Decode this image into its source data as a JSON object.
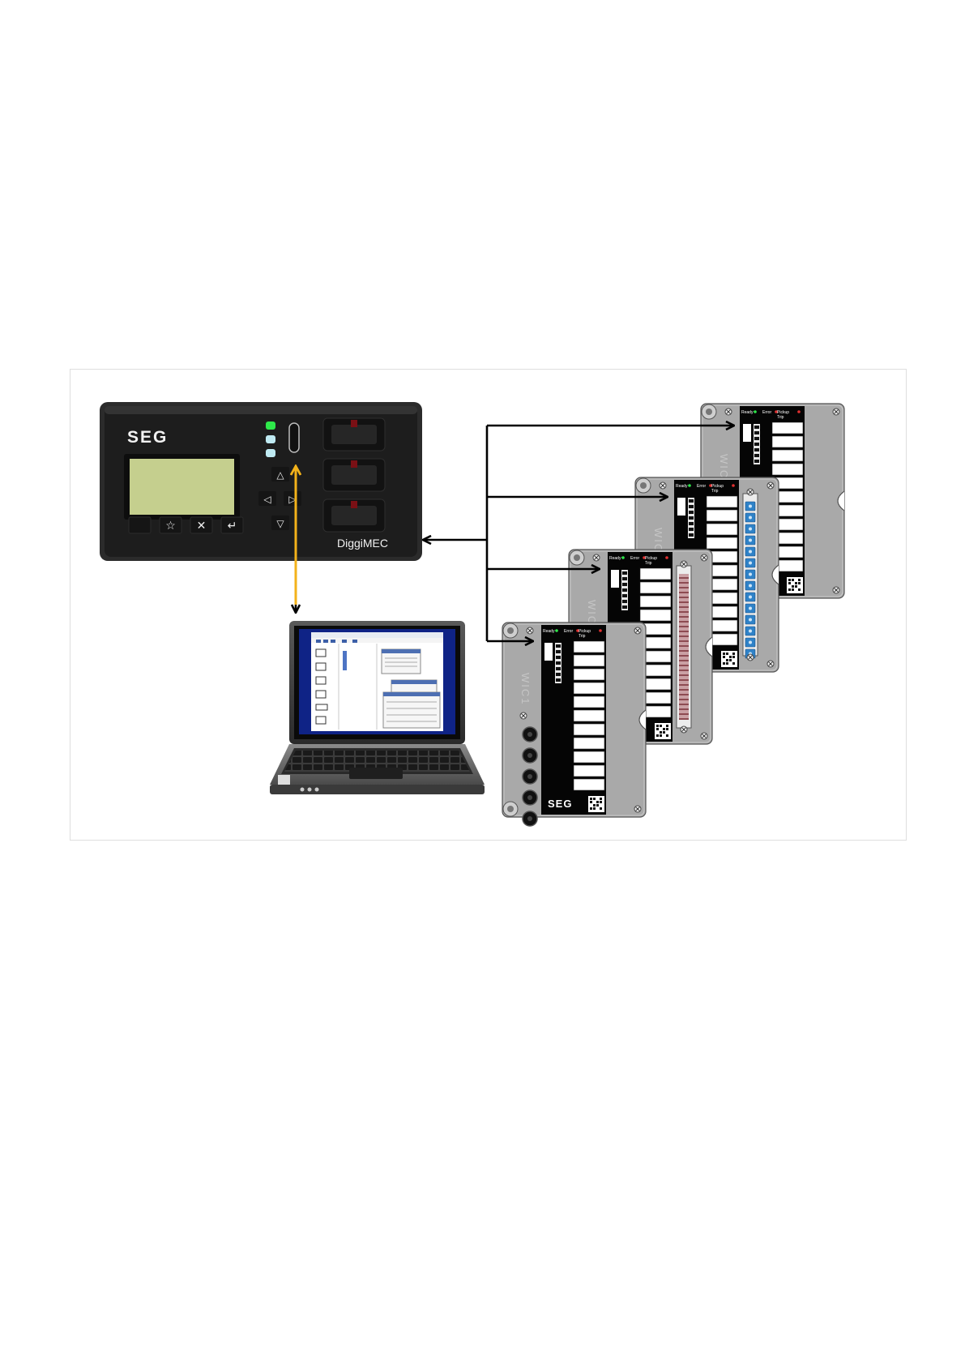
{
  "diggimec": {
    "brand": "SEG",
    "model_label": "DiggiMEC",
    "led_colors": [
      "#2ee84a",
      "#bfeaf2",
      "#bfeaf2"
    ],
    "screen_color": "#c5cf8e",
    "buttons": [
      {
        "name": "blank-button",
        "glyph": ""
      },
      {
        "name": "favorite-button",
        "glyph": "☆"
      },
      {
        "name": "cancel-button",
        "glyph": "✕"
      },
      {
        "name": "enter-button",
        "glyph": "↵"
      }
    ],
    "nav_keys": {
      "up": "△",
      "left": "◁",
      "right": "▷",
      "down": "▽"
    }
  },
  "relays": [
    {
      "id": "wic1",
      "side_label": "WIC1",
      "status_labels": [
        "Ready",
        "Error",
        "Pickup",
        "Trip"
      ],
      "brand": "SEG",
      "variant": "main"
    },
    {
      "id": "rel2",
      "side_label": "WIC1",
      "status_labels": [
        "Ready",
        "Error",
        "Pickup",
        "Trip"
      ],
      "variant": "red-terminals"
    },
    {
      "id": "rel3",
      "side_label": "WIC1",
      "status_labels": [
        "Ready",
        "Error",
        "Pickup",
        "Trip"
      ],
      "variant": "blue-terminals"
    },
    {
      "id": "rel4",
      "side_label": "WIC1",
      "status_labels": [
        "Ready",
        "Error",
        "Pickup",
        "Trip"
      ],
      "variant": "plain"
    }
  ],
  "colors": {
    "usb_link": "#f3b21a",
    "connector": "#000000",
    "device_body": "#1d1d1d",
    "relay_body": "#a9a9a9"
  }
}
